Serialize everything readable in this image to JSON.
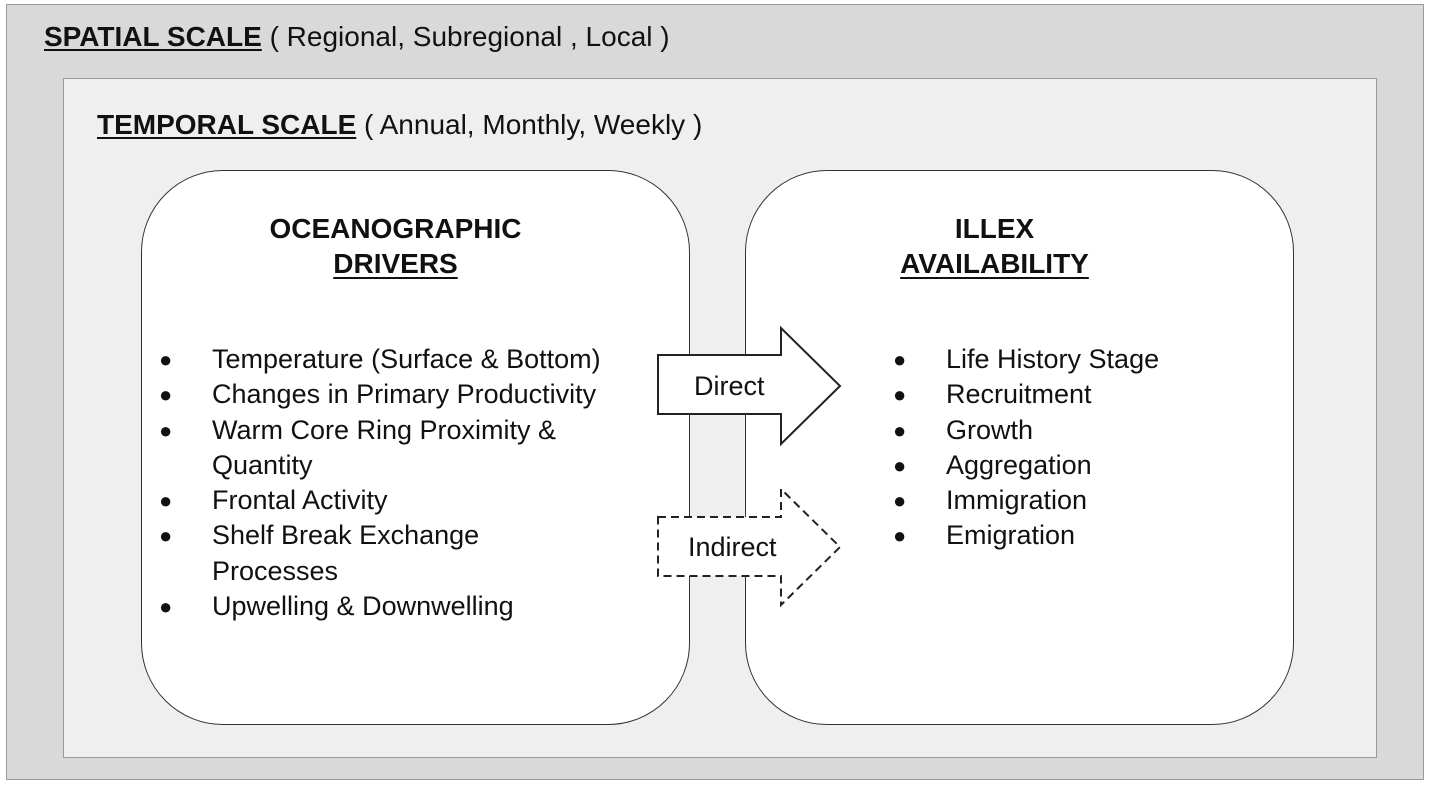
{
  "spatial": {
    "label": "SPATIAL SCALE",
    "detail": " ( Regional, Subregional , Local )"
  },
  "temporal": {
    "label": "TEMPORAL SCALE",
    "detail": " ( Annual, Monthly, Weekly )"
  },
  "drivers": {
    "title_line1": "OCEANOGRAPHIC",
    "title_line2": "DRIVERS",
    "items": [
      "Temperature (Surface & Bottom)",
      "Changes in Primary Productivity",
      "Warm Core Ring Proximity & Quantity",
      "Frontal Activity",
      "Shelf Break Exchange Processes",
      "Upwelling & Downwelling"
    ],
    "bullet": "●"
  },
  "availability": {
    "title_line1": "ILLEX",
    "title_line2": "AVAILABILITY",
    "items": [
      "Life History Stage",
      "Recruitment",
      "Growth",
      "Aggregation",
      "Immigration",
      "Emigration"
    ],
    "bullet": "●"
  },
  "arrows": {
    "direct": "Direct",
    "indirect": "Indirect"
  }
}
